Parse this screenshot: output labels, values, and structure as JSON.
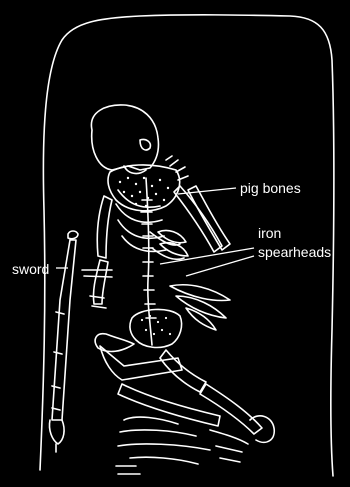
{
  "labels": {
    "pig_bones": "pig bones",
    "iron_spearheads_line1": "iron",
    "iron_spearheads_line2": "spearheads",
    "sword": "sword"
  },
  "colors": {
    "background": "#000000",
    "line": "#ffffff"
  }
}
